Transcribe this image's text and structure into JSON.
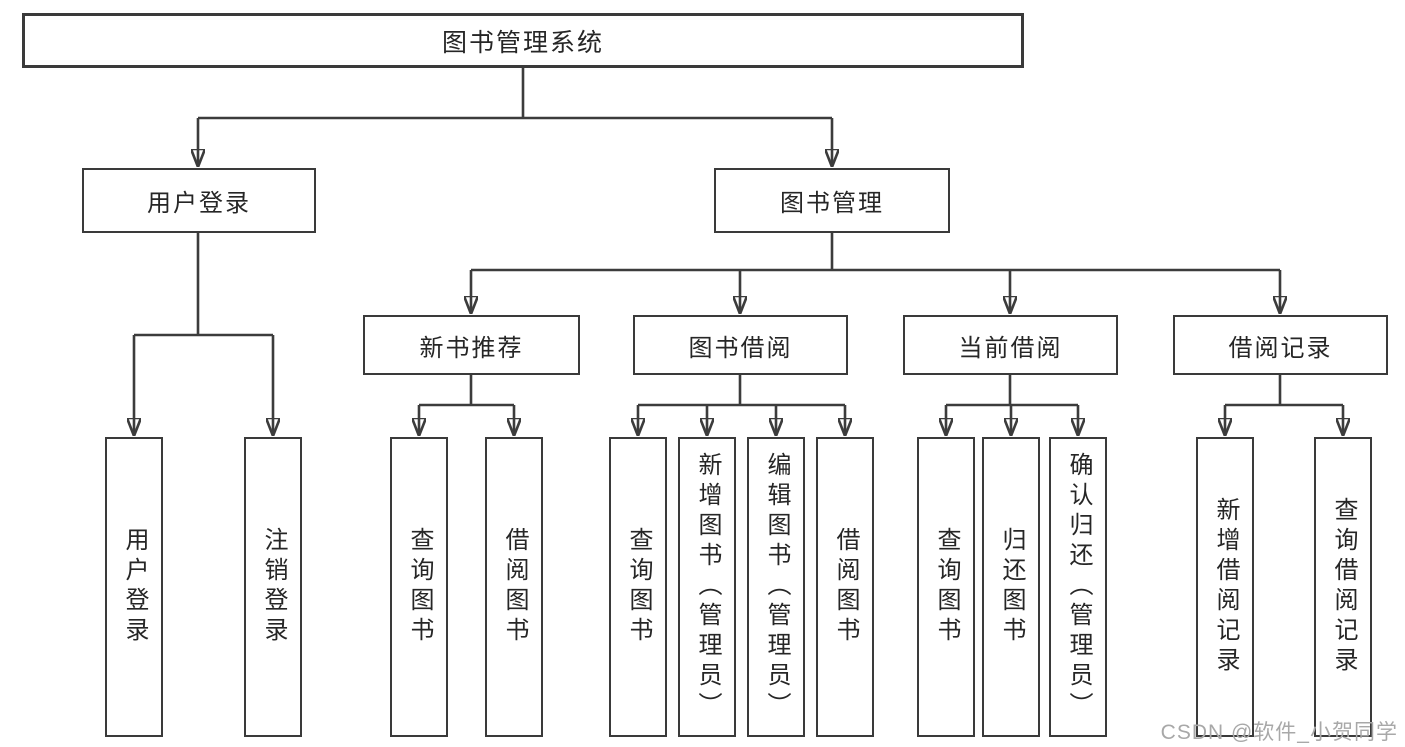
{
  "diagram": {
    "root": "图书管理系统",
    "level2": [
      "用户登录",
      "图书管理"
    ],
    "level3": [
      "新书推荐",
      "图书借阅",
      "当前借阅",
      "借阅记录"
    ],
    "leaves": {
      "user_login": [
        "用户登录",
        "注销登录"
      ],
      "new_books": [
        "查询图书",
        "借阅图书"
      ],
      "book_borrow": [
        "查询图书",
        "新增图书（管理员）",
        "编辑图书（管理员）",
        "借阅图书"
      ],
      "current_borrow": [
        "查询图书",
        "归还图书",
        "确认归还（管理员）"
      ],
      "borrow_records": [
        "新增借阅记录",
        "查询借阅记录"
      ]
    }
  },
  "watermark": "CSDN @软件_小贺同学",
  "colors": {
    "line": "#3c3c3c",
    "text": "#262626",
    "watermark": "#a8a8a8",
    "background": "#ffffff"
  }
}
